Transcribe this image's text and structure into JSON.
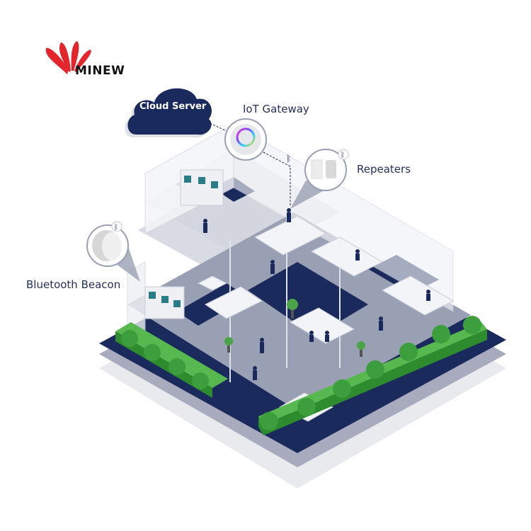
{
  "brand": {
    "name": "MINEW",
    "logo_color": "#e3262b"
  },
  "diagram": {
    "title": "Indoor IoT positioning system",
    "nodes": [
      {
        "id": "cloud",
        "label": "Cloud Server",
        "icon": "cloud-icon"
      },
      {
        "id": "gateway",
        "label": "IoT Gateway",
        "icon": "gateway-device-icon"
      },
      {
        "id": "repeaters",
        "label": "Repeaters",
        "icon": "repeater-device-icon"
      },
      {
        "id": "beacon",
        "label": "Bluetooth Beacon",
        "icon": "beacon-device-icon"
      }
    ],
    "edges": [
      {
        "from": "cloud",
        "to": "gateway",
        "style": "dashed"
      },
      {
        "from": "gateway",
        "to": "repeaters",
        "style": "dashed",
        "icon": "bluetooth-icon"
      }
    ],
    "scene": "isometric office floor with workstations, reception desk, meeting rooms and green hedges"
  },
  "colors": {
    "navy": "#1b2a5c",
    "floor_gray": "#9aa0b4",
    "hedge_green": "#3c9e3c",
    "text": "#22315a"
  }
}
